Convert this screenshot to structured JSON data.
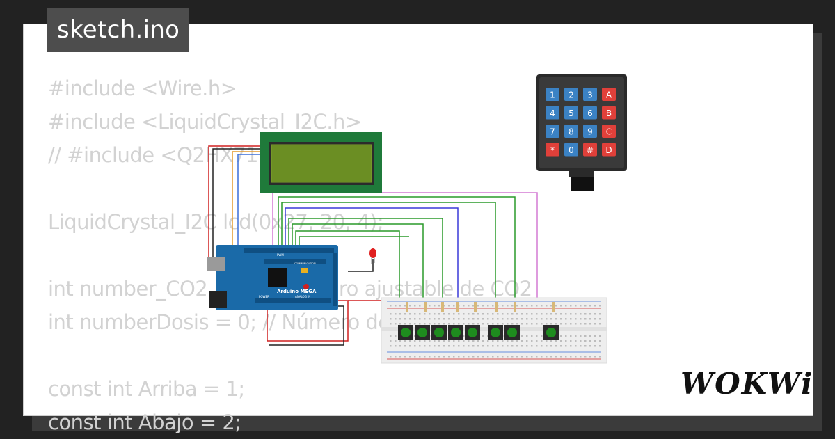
{
  "tab": {
    "filename": "sketch.ino"
  },
  "code_lines": [
    "#include <Wire.h>",
    "#include <LiquidCrystal_I2C.h>",
    "// #include <Q2HX711.h>",
    "",
    "LiquidCrystal_I2C lcd(0x27, 20, 4);",
    "",
    "int number_CO2 = 0; // Número ajustable de CO2",
    "int numberDosis = 0; // Número de dosis parciales",
    "",
    "const int Arriba = 1;",
    "const int Abajo = 2;"
  ],
  "keypad": {
    "rows": [
      [
        "1",
        "2",
        "3",
        "A"
      ],
      [
        "4",
        "5",
        "6",
        "B"
      ],
      [
        "7",
        "8",
        "9",
        "C"
      ],
      [
        "*",
        "0",
        "#",
        "D"
      ]
    ]
  },
  "arduino": {
    "label": "Arduino MEGA",
    "communication": "COMMUNICATION",
    "pwm": "PWM",
    "analog": "ANALOG IN",
    "power": "POWER"
  },
  "brand": {
    "logo": "WOKWi"
  },
  "colors": {
    "background": "#222222",
    "card": "#ffffff",
    "code_text": "#d2d2d2",
    "tab": "#4d4d4d",
    "lcd_screen": "#6b8e23",
    "lcd_board": "#1f7a3a",
    "arduino_board": "#1a6aa8",
    "keypad_blue": "#3b82c4",
    "keypad_red": "#e0403a",
    "button_green": "#1e8c1e"
  }
}
